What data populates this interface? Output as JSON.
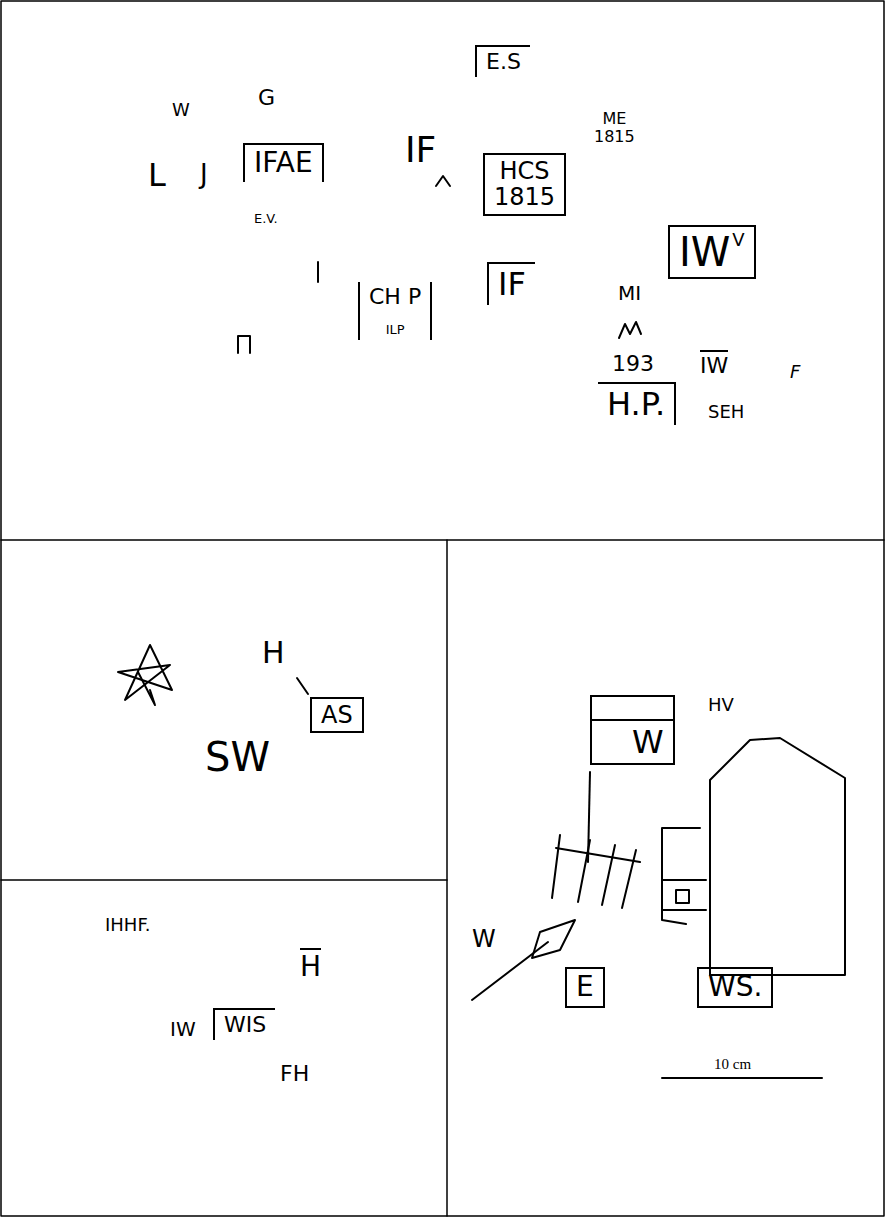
{
  "diagram": {
    "nodes": [
      {
        "text": [
          "E.S"
        ]
      },
      {
        "text": [
          "IFAE"
        ]
      },
      {
        "text": [
          "HCS 1815"
        ]
      },
      {
        "text": [
          "IW",
          "V"
        ]
      },
      {
        "text": [
          "CH P",
          "ILP"
        ]
      },
      {
        "text": [
          "IF"
        ]
      },
      {
        "text": [
          "H.P."
        ]
      },
      {
        "text": [
          "AS"
        ]
      },
      {
        "text": [
          "WIS"
        ]
      },
      {
        "text": [
          "W"
        ]
      },
      {
        "text": [
          "E"
        ]
      },
      {
        "text": [
          "WS."
        ]
      }
    ],
    "labels": [
      "W",
      "G",
      "ME 1815",
      "L",
      "J",
      "IF",
      "E.V.",
      "MI",
      "193",
      "IW",
      "F",
      "SEH",
      "H",
      "SW",
      "IHHF.",
      "H",
      "IW",
      "FH",
      "HV",
      "W",
      "10 cm"
    ]
  }
}
